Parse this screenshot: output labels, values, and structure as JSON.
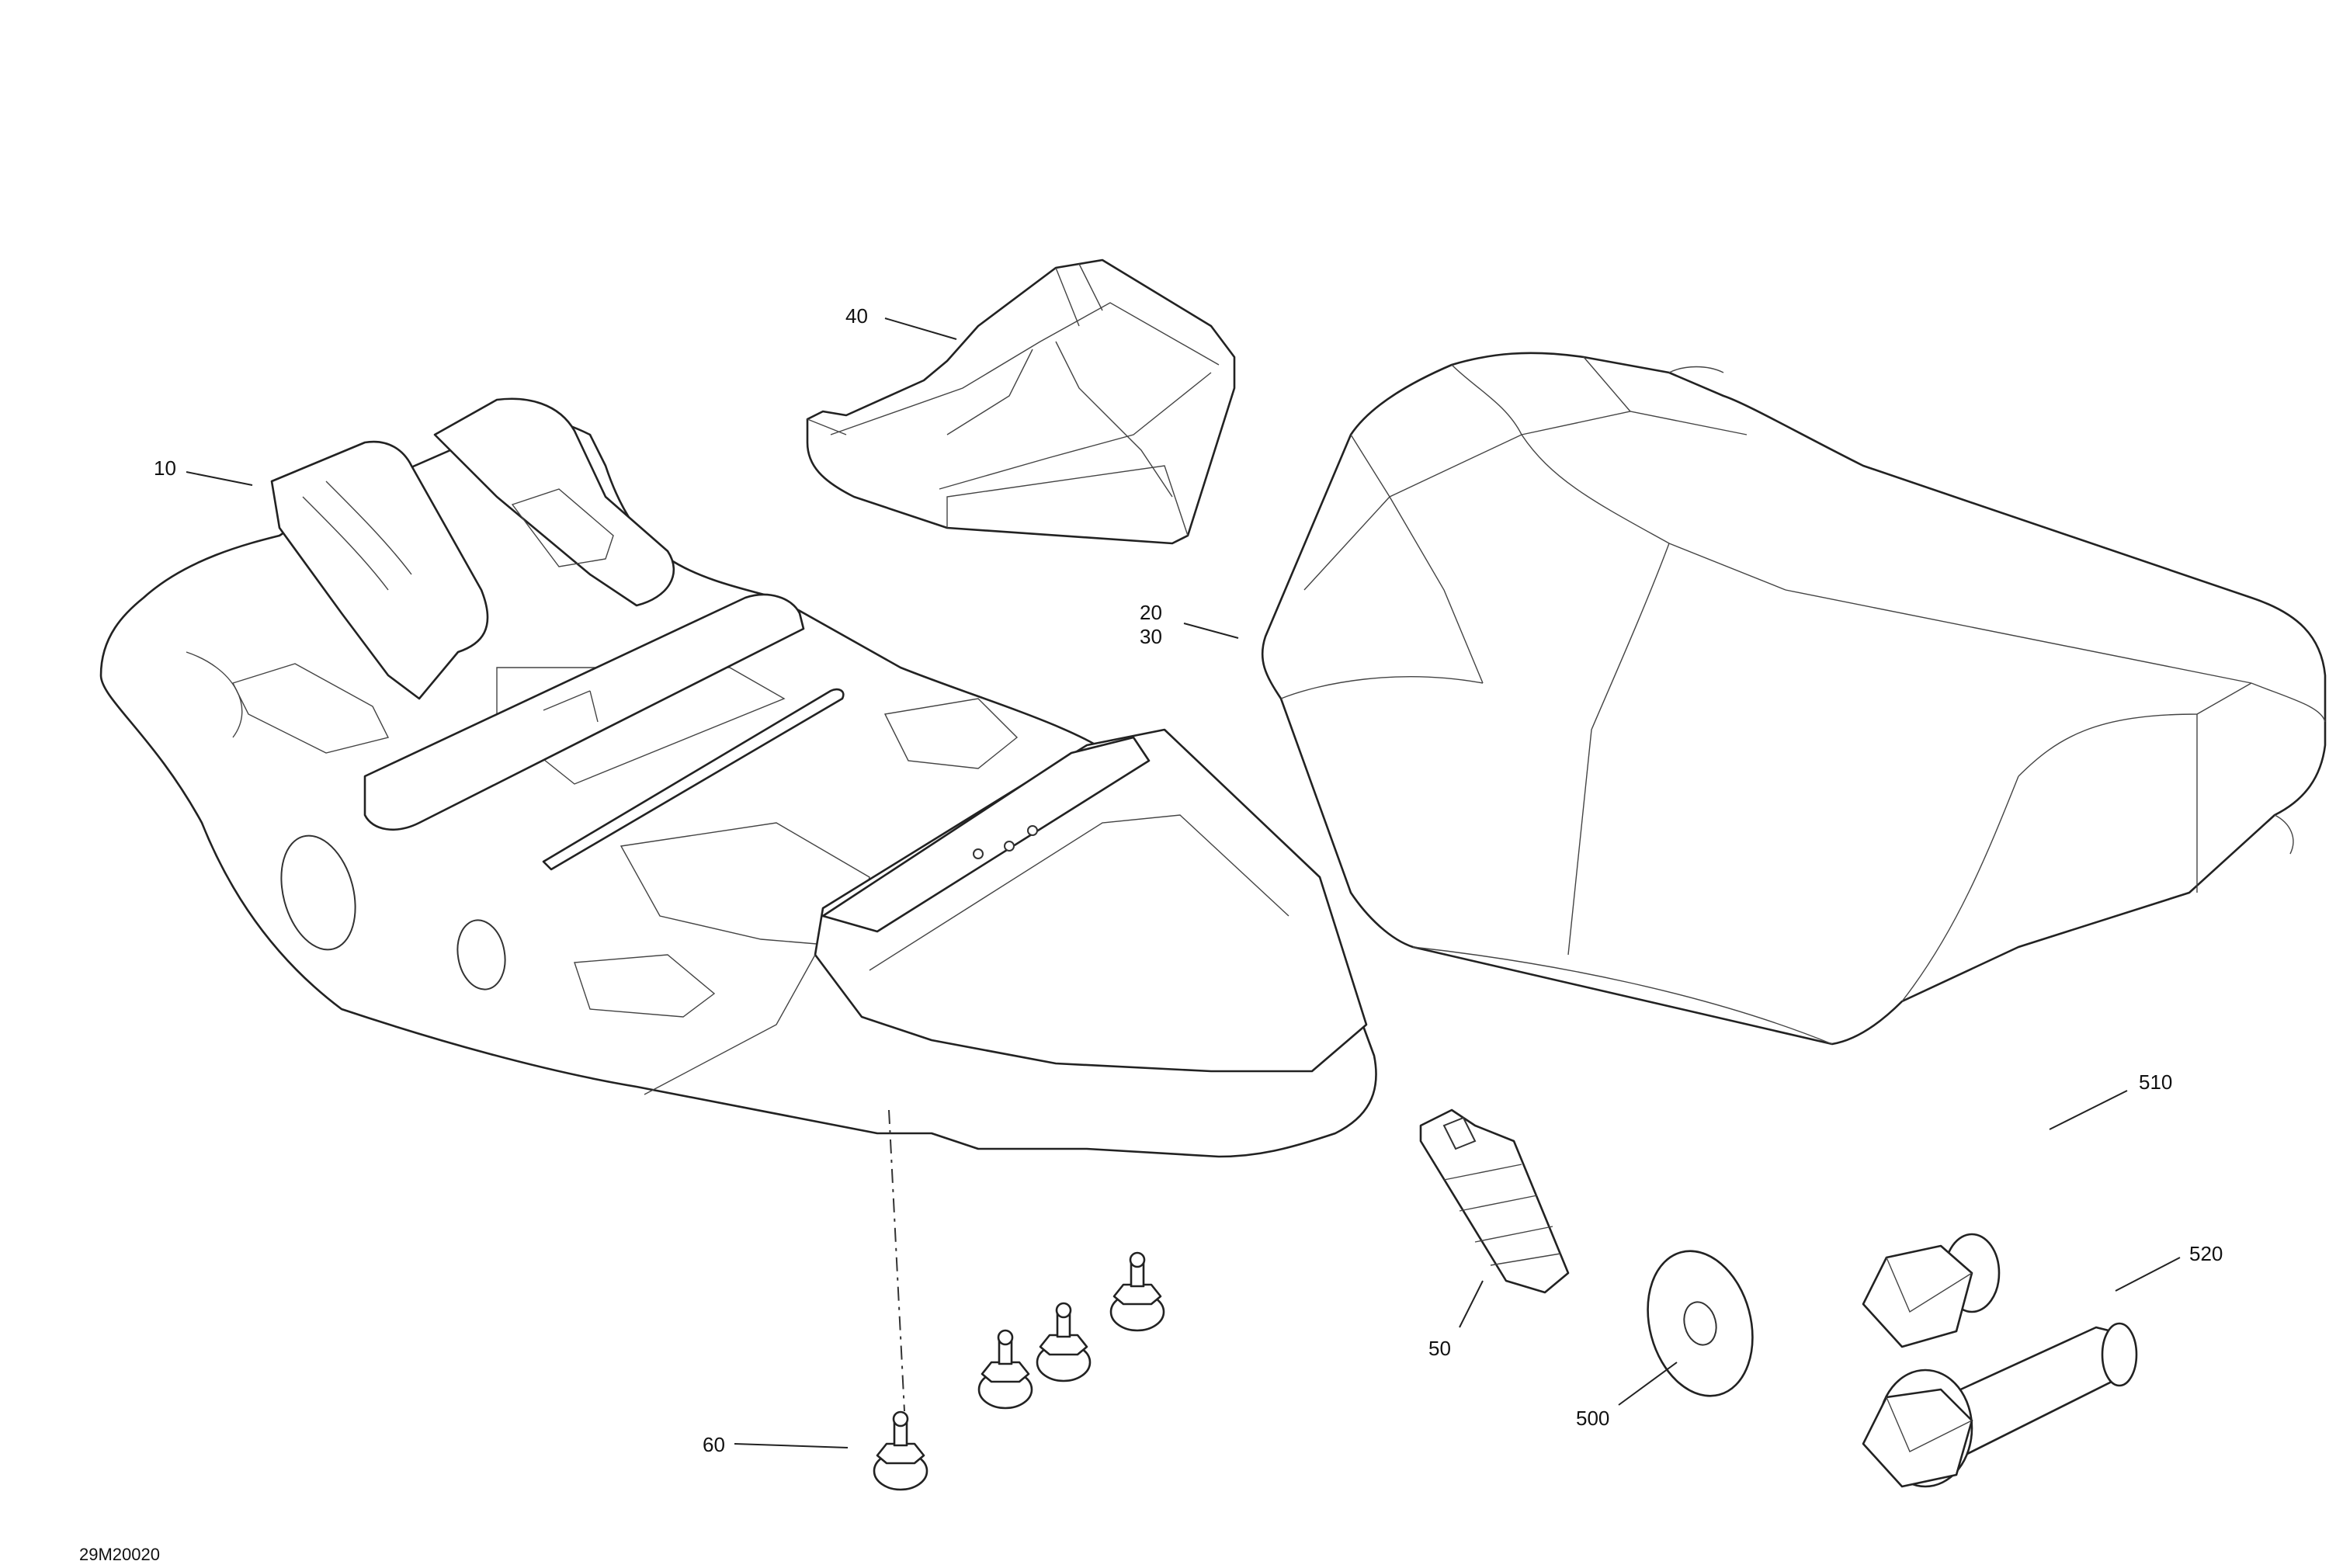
{
  "figure_id": "29M20020",
  "callouts": {
    "c10": "10",
    "c20": "20",
    "c30": "30",
    "c40": "40",
    "c50": "50",
    "c60": "60",
    "c500": "500",
    "c510": "510",
    "c520": "520"
  }
}
